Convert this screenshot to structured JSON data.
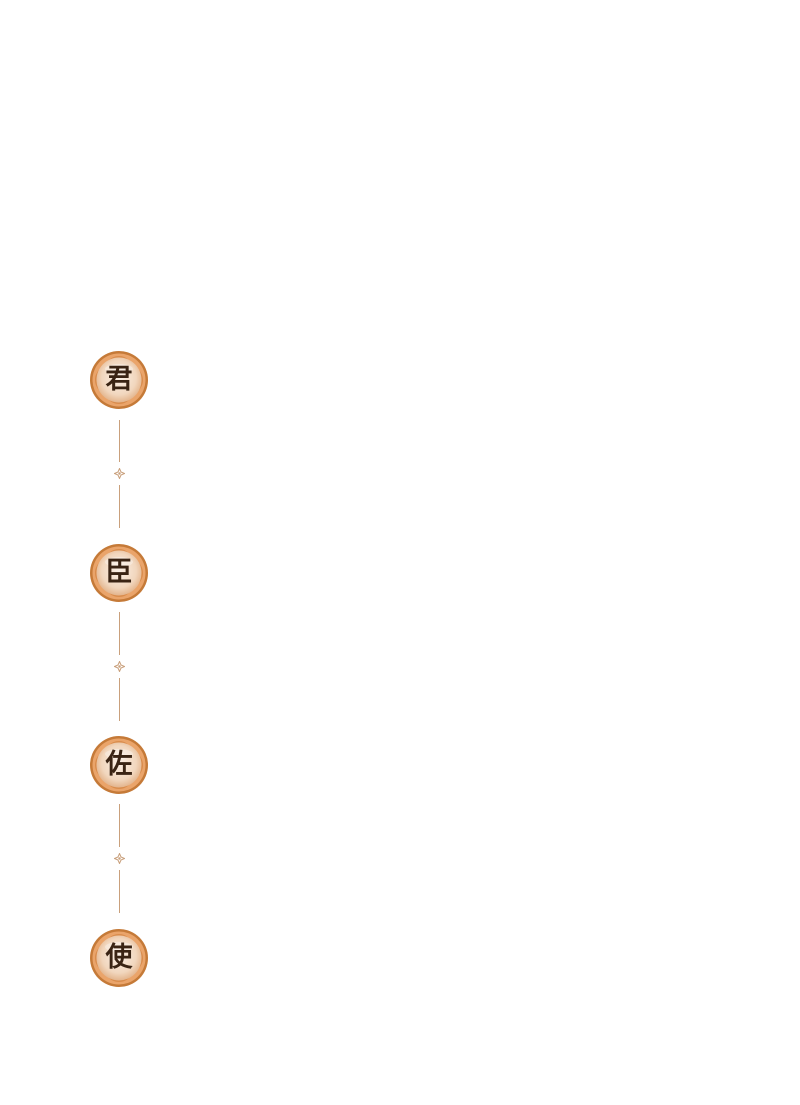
{
  "timeline": {
    "items": [
      {
        "label": "君"
      },
      {
        "label": "臣"
      },
      {
        "label": "佐"
      },
      {
        "label": "使"
      }
    ],
    "icons": {
      "node_badge": "round-flower-badge",
      "divider": "four-petal-diamond-icon"
    },
    "colors": {
      "badge_outer": "#c57a38",
      "badge_ring": "#e7a266",
      "badge_inner": "#f5e3d2",
      "text": "#3a2414",
      "line": "#c9a07c"
    }
  }
}
